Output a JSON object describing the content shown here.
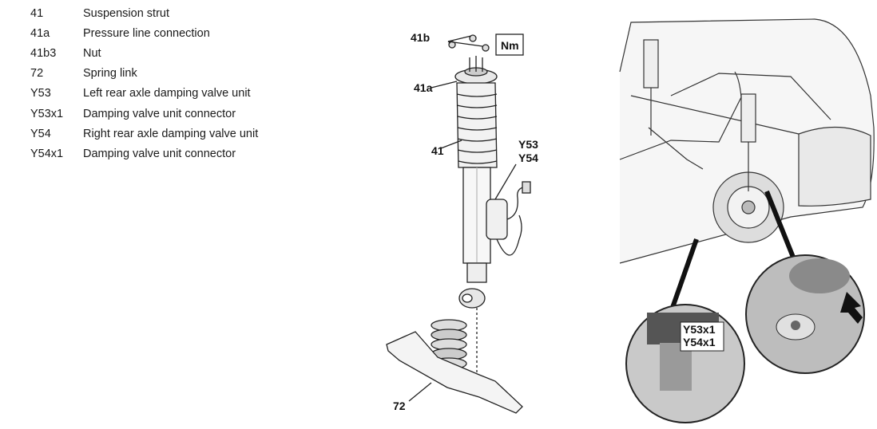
{
  "legend": [
    {
      "code": "41",
      "text": "Suspension strut"
    },
    {
      "code": "41a",
      "text": "Pressure line connection"
    },
    {
      "code": "41b3",
      "text": "Nut"
    },
    {
      "code": "72",
      "text": "Spring link"
    },
    {
      "code": "Y53",
      "text": "Left rear axle damping valve unit"
    },
    {
      "code": "Y53x1",
      "text": "Damping valve unit connector"
    },
    {
      "code": "Y54",
      "text": "Right rear axle damping valve unit"
    },
    {
      "code": "Y54x1",
      "text": "Damping valve unit connector"
    }
  ],
  "strut_figure": {
    "callout_41b": "41b",
    "torque_symbol": "Nm",
    "callout_41a": "41a",
    "callout_41": "41",
    "callout_y53": "Y53",
    "callout_y54": "Y54",
    "callout_72": "72"
  },
  "car_figure": {
    "callout_y53x1": "Y53x1",
    "callout_y54x1": "Y54x1"
  }
}
